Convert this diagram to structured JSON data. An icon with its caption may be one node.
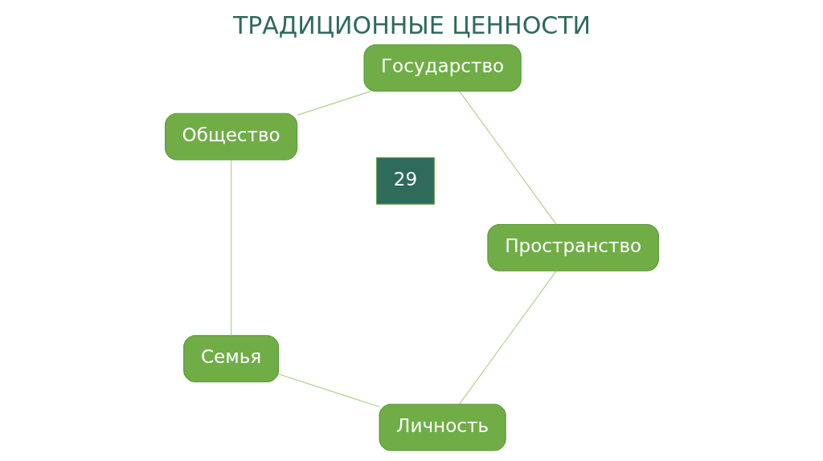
{
  "diagram": {
    "title": "ТРАДИЦИОННЫЕ ЦЕННОСТИ",
    "nodes": [
      {
        "text": [
          "Личность"
        ]
      },
      {
        "text": [
          "Семья"
        ]
      },
      {
        "text": [
          "Общество"
        ]
      },
      {
        "text": [
          "Государство"
        ]
      },
      {
        "text": [
          "Пространство"
        ]
      }
    ],
    "edges": [
      {
        "from": 0,
        "to": 1,
        "arrow": "none"
      },
      {
        "from": 1,
        "to": 2,
        "arrow": "none"
      },
      {
        "from": 2,
        "to": 3,
        "arrow": "none"
      },
      {
        "from": 3,
        "to": 4,
        "arrow": "none"
      },
      {
        "from": 4,
        "to": 0,
        "arrow": "none"
      }
    ],
    "labels": [
      "29"
    ]
  }
}
